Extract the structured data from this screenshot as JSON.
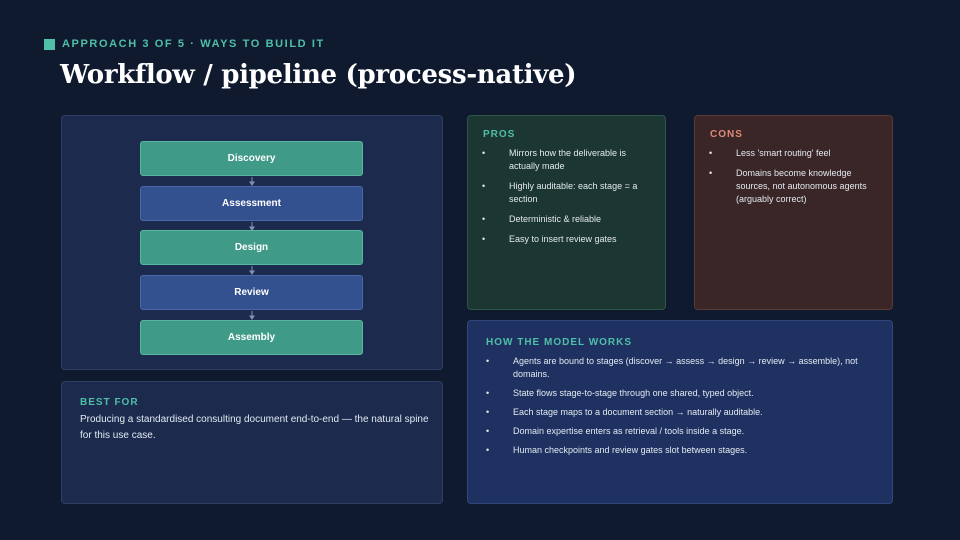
{
  "header": {
    "eyebrow": "APPROACH 3 OF 5 · WAYS TO BUILD IT",
    "title": "Workflow / pipeline (process-native)"
  },
  "flow": {
    "stages": [
      {
        "label": "Discovery",
        "color": "#3f9a87"
      },
      {
        "label": "Assessment",
        "color": "#33508f"
      },
      {
        "label": "Design",
        "color": "#3f9a87"
      },
      {
        "label": "Review",
        "color": "#33508f"
      },
      {
        "label": "Assembly",
        "color": "#3f9a87"
      }
    ]
  },
  "pros": {
    "heading": "PROS",
    "items": [
      "Mirrors how the deliverable is actually made",
      "Highly auditable: each stage = a section",
      "Deterministic & reliable",
      "Easy to insert review gates"
    ]
  },
  "cons": {
    "heading": "CONS",
    "items": [
      "Less 'smart routing' feel",
      "Domains become knowledge sources, not autonomous agents (arguably correct)"
    ]
  },
  "best_for": {
    "heading": "BEST FOR",
    "text": "Producing a standardised consulting document end-to-end — the natural spine for this use case."
  },
  "how_it_works": {
    "heading": "HOW THE MODEL WORKS",
    "items": [
      "Agents are bound to stages (discover → assess → design → review → assemble), not domains.",
      "State flows stage-to-stage through one shared, typed object.",
      "Each stage maps to a document section → naturally auditable.",
      "Domain expertise enters as retrieval / tools inside a stage.",
      "Human checkpoints and review gates slot between stages."
    ]
  },
  "colors": {
    "background": "#0f1a2e",
    "accent": "#4fbfa8",
    "cons_accent": "#e08a78"
  }
}
